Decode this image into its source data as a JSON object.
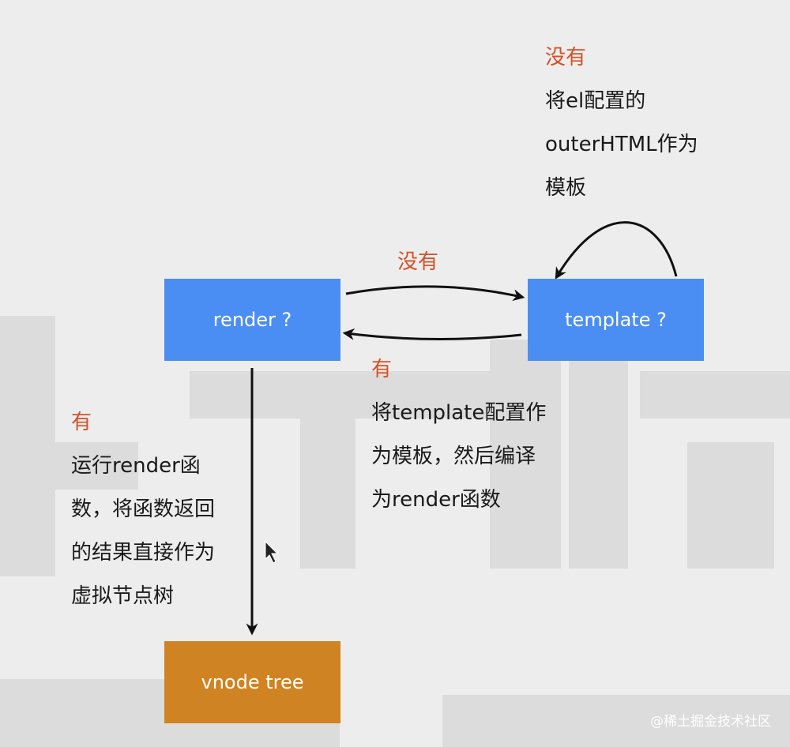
{
  "nodes": {
    "render": "render ?",
    "template": "template ?",
    "vnode": "vnode tree"
  },
  "top_label": {
    "condition": "没有",
    "lines": [
      "将el配置的",
      "outerHTML作为",
      "模板"
    ]
  },
  "middle_condition": "没有",
  "right_label": {
    "condition": "有",
    "lines": [
      "将template配置作",
      "为模板，然后编译",
      "为render函数"
    ]
  },
  "left_label": {
    "condition": "有",
    "lines": [
      "运行render函",
      "数，将函数返回",
      "的结果直接作为",
      "虚拟节点树"
    ]
  },
  "credit": "@稀土掘金技术社区",
  "colors": {
    "background": "#ededed",
    "blue_node": "#4b8ef3",
    "orange_node": "#d08322",
    "condition_text": "#d2522a",
    "arrow": "#111111"
  }
}
